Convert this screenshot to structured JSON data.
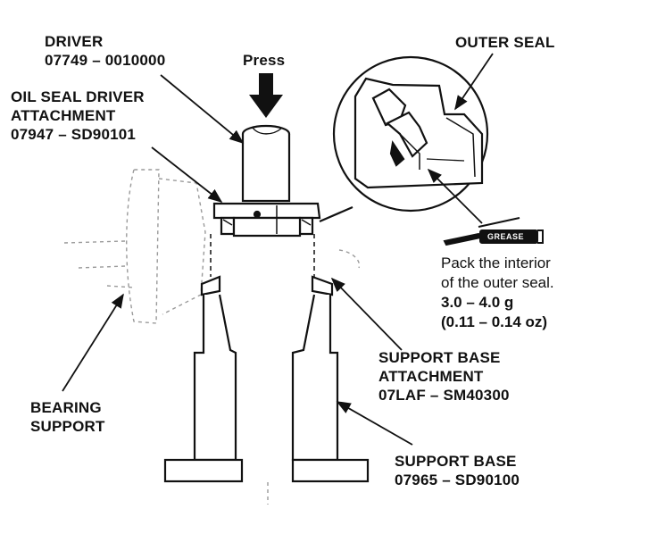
{
  "labels": {
    "driver": {
      "line1": "DRIVER",
      "line2": "07749 – 0010000"
    },
    "press": "Press",
    "oil_seal_driver": {
      "line1": "OIL SEAL DRIVER",
      "line2": "ATTACHMENT",
      "line3": "07947 – SD90101"
    },
    "outer_seal": "OUTER SEAL",
    "grease_tube": "GREASE",
    "pack_note": {
      "line1": "Pack the interior",
      "line2": "of the outer seal.",
      "line3": "3.0 – 4.0 g",
      "line4": "(0.11 – 0.14 oz)"
    },
    "support_base_attachment": {
      "line1": "SUPPORT BASE",
      "line2": "ATTACHMENT",
      "line3": "07LAF – SM40300"
    },
    "bearing_support": {
      "line1": "BEARING",
      "line2": "SUPPORT"
    },
    "support_base": {
      "line1": "SUPPORT BASE",
      "line2": "07965 – SD90100"
    }
  },
  "colors": {
    "ink": "#111111",
    "ghost": "#9a9a9a",
    "paper": "#ffffff"
  }
}
